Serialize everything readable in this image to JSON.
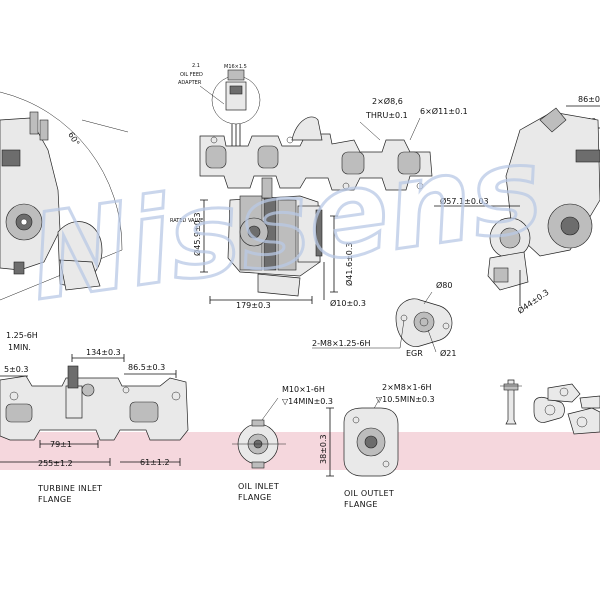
{
  "watermark": "Nissens",
  "band_color": "#f5d7dd",
  "watermark_color": "#b9c9e6",
  "labels": {
    "dim_60_right": "60°",
    "oil_feed_1": "2.1",
    "oil_feed_2": "OIL FEED",
    "oil_feed_3": "ADAPTER",
    "two_holes": "2×Ø8,6",
    "thru": "THRU±0.1",
    "six_holes": "6×Ø11±0.1",
    "dim_86": "86±0.",
    "dim_60": "60",
    "dim_45": "Ø45.9±0.3",
    "dim_41": "Ø41.6±0.3",
    "dim_179": "179±0.3",
    "dim_10": "Ø10±0.3",
    "dim_57": "Ø57.1±0.03",
    "dim_44": "Ø44±0.3",
    "dim_80": "Ø80",
    "dim_m8": "2-M8×1.25-6H",
    "egr": "EGR",
    "dim_21": "Ø21",
    "m125": "1.25-6H",
    "min": "1MIN.",
    "dim_134": "134±0.3",
    "dim_86_5": "86.5±0.3",
    "dim_5": "5±0.3",
    "dim_79": "79±1",
    "dim_255": "255±1.2",
    "dim_61": "61±1.2",
    "m10": "M10×1-6H",
    "depth_14": "▽14MIN±0.3",
    "m8b": "2×M8×1-6H",
    "depth_10_5": "▽10.5MIN±0.3",
    "dim_38": "38±0.3"
  },
  "captions": {
    "turbine_inlet_1": "TURBINE INLET",
    "turbine_inlet_2": "FLANGE",
    "oil_inlet_1": "OIL INLET",
    "oil_inlet_2": "FLANGE",
    "oil_outlet_1": "OIL OUTLET",
    "oil_outlet_2": "FLANGE"
  }
}
